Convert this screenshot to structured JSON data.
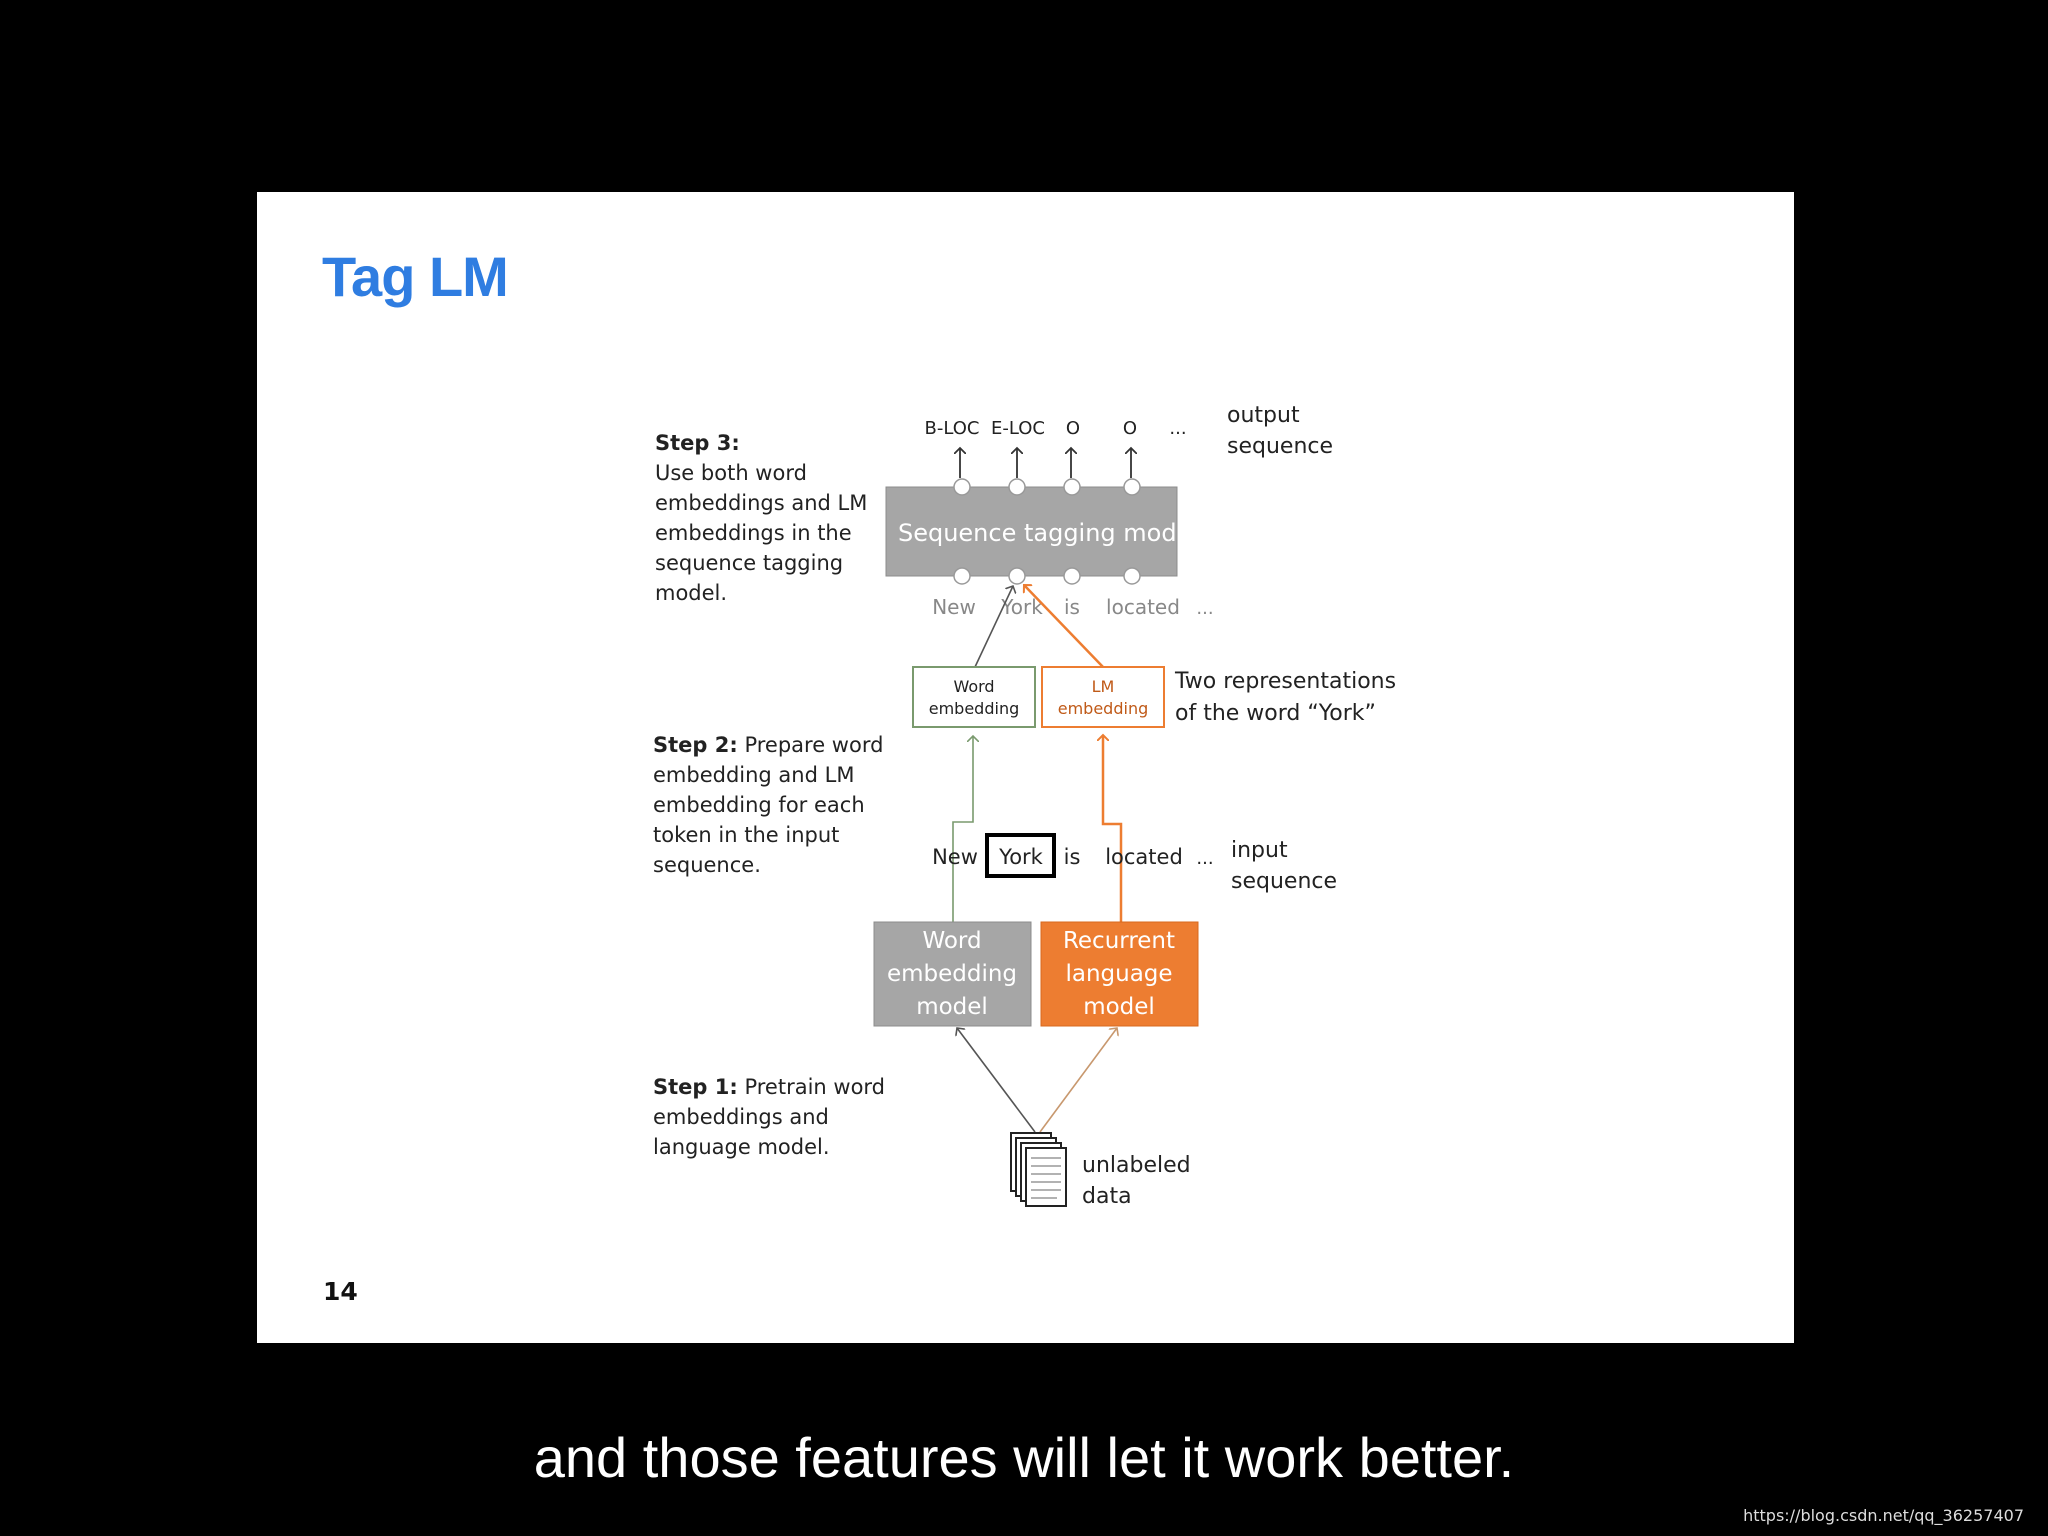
{
  "slide": {
    "title": "Tag LM",
    "page_number": "14",
    "step3": {
      "label": "Step 3:",
      "text": [
        "Use both word",
        "embeddings and LM",
        "embeddings in the",
        "sequence tagging",
        "model."
      ]
    },
    "step2": {
      "label": "Step 2:",
      "text_first": "Prepare word",
      "text": [
        "embedding and LM",
        "embedding for each",
        "token in the input",
        "sequence."
      ]
    },
    "step1": {
      "label": "Step 1:",
      "text_first": "Pretrain word",
      "text": [
        "embeddings and",
        "language model."
      ]
    }
  },
  "diagram": {
    "output_tags": [
      "B-LOC",
      "E-LOC",
      "O",
      "O",
      "..."
    ],
    "output_label": [
      "output",
      "sequence"
    ],
    "tagging_model": "Sequence tagging model",
    "tagger_tokens": [
      "New",
      "York",
      "is",
      "located",
      "..."
    ],
    "word_embedding_box": [
      "Word",
      "embedding"
    ],
    "lm_embedding_box": [
      "LM",
      "embedding"
    ],
    "two_reps_label": [
      "Two representations",
      "of the word “York”"
    ],
    "input_tokens": [
      "New",
      "York",
      "is",
      "located",
      "..."
    ],
    "input_label": [
      "input",
      "sequence"
    ],
    "word_embedding_model": [
      "Word",
      "embedding",
      "model"
    ],
    "recurrent_lm": [
      "Recurrent",
      "language",
      "model"
    ],
    "unlabeled_data": [
      "unlabeled",
      "data"
    ],
    "colors": {
      "gray": "#a6a6a6",
      "orange": "#ed7d31",
      "green": "#7a9a6e",
      "title_blue": "#2f7de1"
    }
  },
  "subtitle": "and those features will let it work better.",
  "watermark": "https://blog.csdn.net/qq_36257407"
}
